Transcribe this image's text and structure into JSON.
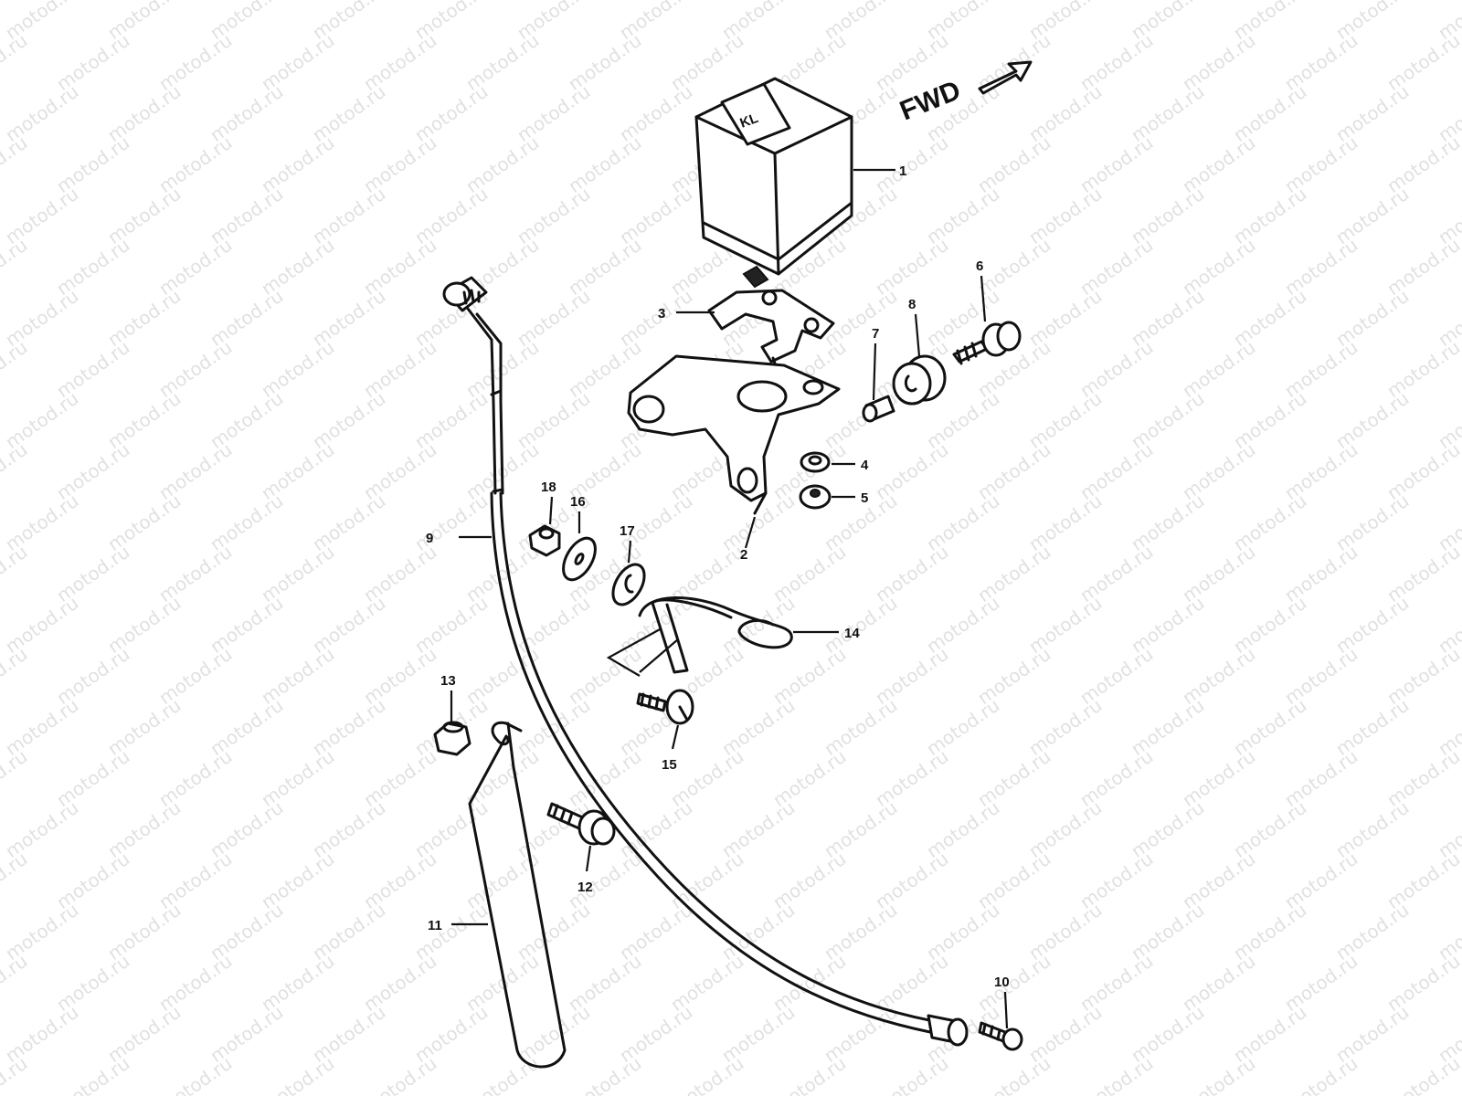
{
  "watermark": {
    "text": "motod.ru"
  },
  "direction": {
    "label": "FWD"
  },
  "parts": [
    {
      "num": "1"
    },
    {
      "num": "2"
    },
    {
      "num": "3"
    },
    {
      "num": "4"
    },
    {
      "num": "5"
    },
    {
      "num": "6"
    },
    {
      "num": "7"
    },
    {
      "num": "8"
    },
    {
      "num": "9"
    },
    {
      "num": "10"
    },
    {
      "num": "11"
    },
    {
      "num": "12"
    },
    {
      "num": "13"
    },
    {
      "num": "14"
    },
    {
      "num": "15"
    },
    {
      "num": "16"
    },
    {
      "num": "17"
    },
    {
      "num": "18"
    }
  ]
}
